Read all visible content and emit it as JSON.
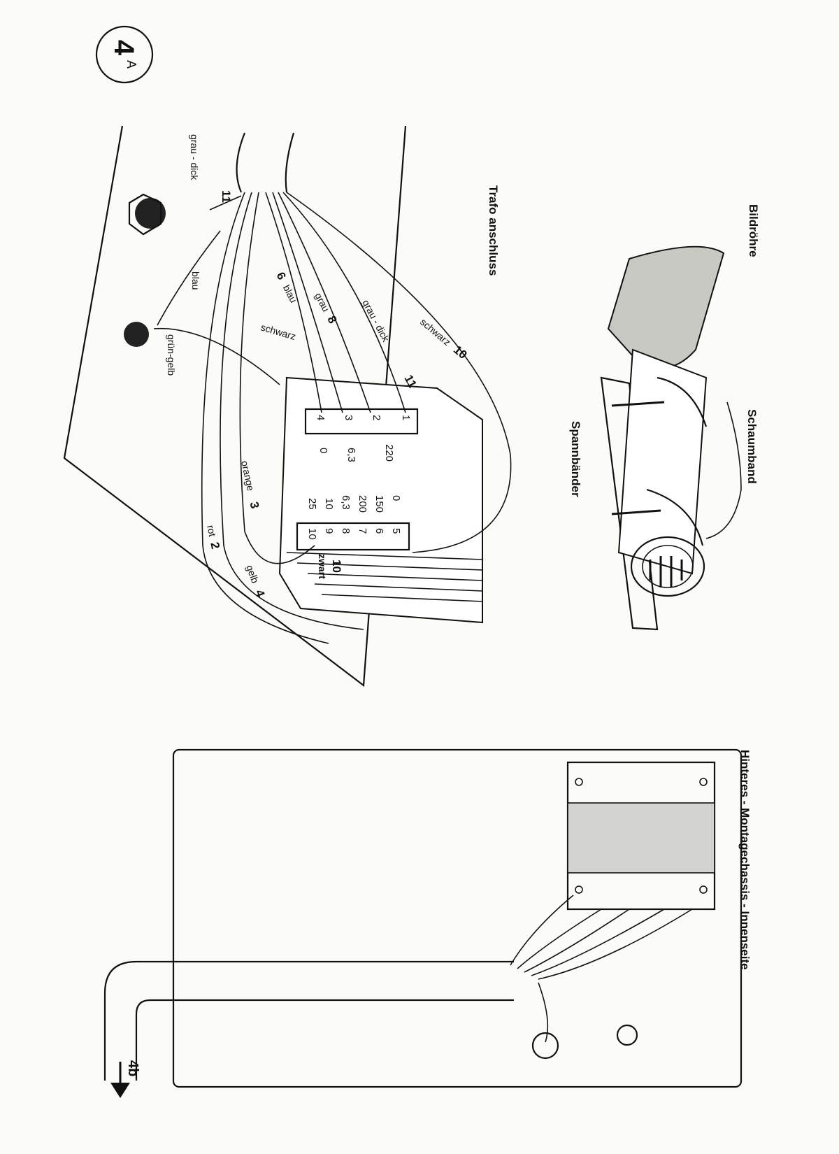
{
  "page_badge": {
    "number": "4",
    "suffix": "A"
  },
  "captions": {
    "bildroehre": "Bildröhre",
    "schaumband": "Schaumband",
    "spannbaender": "Spannbänder",
    "trafo": "Trafo anschluss",
    "hinteres": "Hinteres - Montagechassis - Innenseite"
  },
  "wires": {
    "grau_dick_top": "grau - dick",
    "blau_left": "blau",
    "gruen_gelb": "grün-gelb",
    "schwarz_mid": "schwarz",
    "blau_6": "blau",
    "num_6": "6",
    "grau_8": "grau",
    "num_8": "8",
    "grau_dick_11": "grau - dick",
    "num_11_top": "11",
    "num_11_side": "11",
    "schwarz_10": "schwarz",
    "num_10": "10",
    "orange_3": "orange",
    "num_3": "3",
    "rot_2": "rot",
    "num_2": "2",
    "gelb_4": "gelb",
    "num_4": "4",
    "zwart": "zwart",
    "num_10_bottom": "10"
  },
  "primary_terminals": [
    "1",
    "2",
    "3",
    "4"
  ],
  "primary_values": [
    "220",
    "6,3",
    "0"
  ],
  "secondary_terminals": [
    "5",
    "6",
    "7",
    "8",
    "9",
    "10"
  ],
  "secondary_values": [
    "0",
    "150",
    "200",
    "6,3",
    "10",
    "25"
  ],
  "continue_ref": "4b"
}
